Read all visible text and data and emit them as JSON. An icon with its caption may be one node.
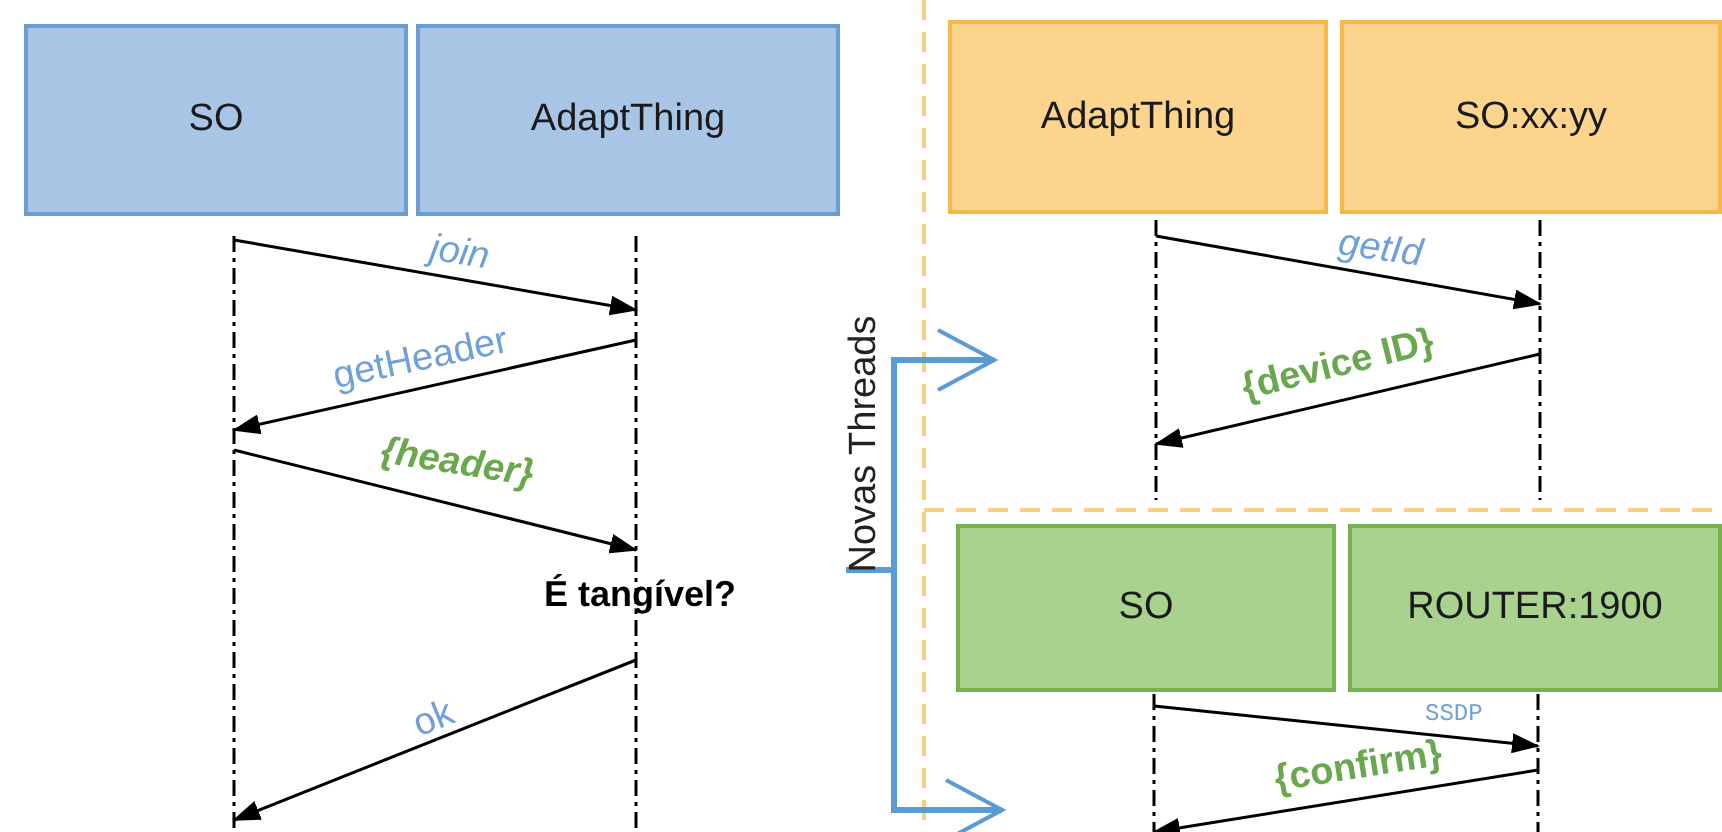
{
  "diagram": {
    "nodes": [
      {
        "text": [
          "SO"
        ]
      },
      {
        "text": [
          "AdaptThing"
        ]
      },
      {
        "text": [
          "AdaptThing"
        ]
      },
      {
        "text": [
          "SO:xx:yy"
        ]
      },
      {
        "text": [
          "SO"
        ]
      },
      {
        "text": [
          "ROUTER:1900"
        ]
      },
      {
        "text": [
          "Novas Threads"
        ]
      }
    ],
    "edges": [
      {
        "from": 0,
        "to": 1,
        "arrow": "to",
        "label": "join"
      },
      {
        "from": 1,
        "to": 0,
        "arrow": "to",
        "label": "getHeader"
      },
      {
        "from": 0,
        "to": 1,
        "arrow": "to",
        "label": "{header}"
      },
      {
        "from": 1,
        "to": 0,
        "arrow": "to",
        "label": "ok"
      },
      {
        "from": 2,
        "to": 3,
        "arrow": "to",
        "label": "getId"
      },
      {
        "from": 3,
        "to": 2,
        "arrow": "to",
        "label": "{device ID}"
      },
      {
        "from": 4,
        "to": 5,
        "arrow": "to",
        "label": "SSDP"
      },
      {
        "from": 5,
        "to": 4,
        "arrow": "to",
        "label": "{confirm}"
      },
      {
        "from": 6,
        "to": 2,
        "arrow": "to",
        "style": "thick",
        "color": "#5b9bd5"
      },
      {
        "from": 6,
        "to": 4,
        "arrow": "to",
        "style": "thick",
        "color": "#5b9bd5"
      }
    ],
    "labels": [
      "É tangível?"
    ]
  }
}
